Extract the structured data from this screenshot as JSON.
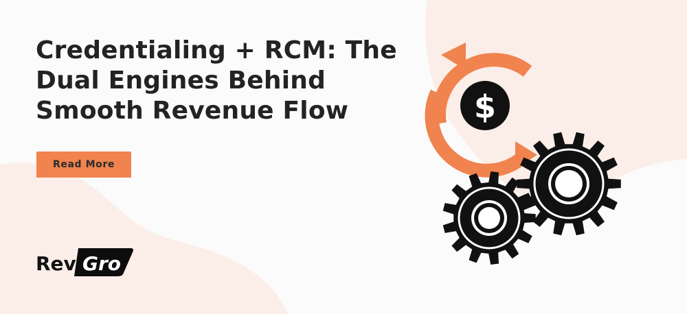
{
  "headline": {
    "lines": [
      "Credentialing + RCM: The",
      "Dual Engines Behind",
      "Smooth Revenue Flow"
    ]
  },
  "cta": {
    "label": "Read More"
  },
  "logo": {
    "text_rev": "Rev",
    "text_gro": "Gro"
  },
  "colors": {
    "accent": "#f0834e",
    "background": "#fbfbfb",
    "blob": "#fbeee8",
    "text": "#222325",
    "gear": "#111111"
  },
  "icons": [
    "refresh-arrows-icon",
    "dollar-coin-icon",
    "gear-large-icon",
    "gear-small-icon"
  ]
}
